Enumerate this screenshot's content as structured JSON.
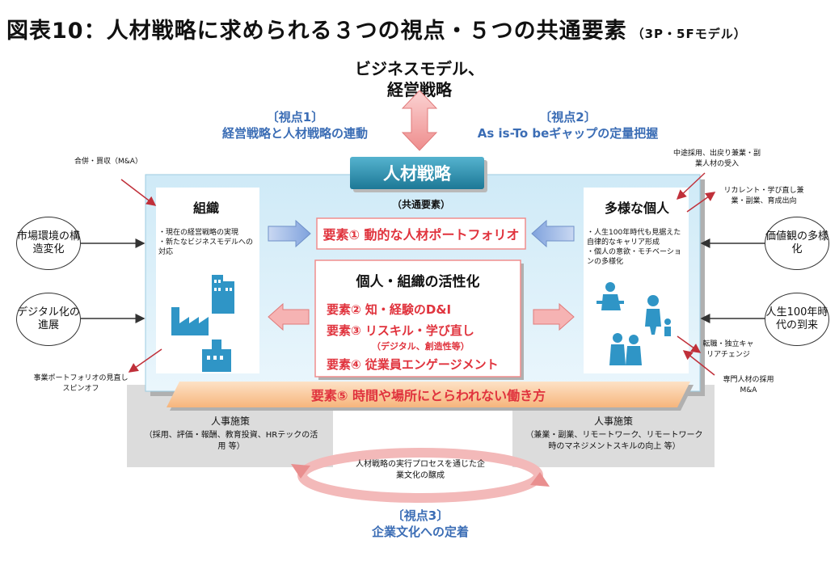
{
  "title": {
    "main": "図表10：人材戦略に求められる３つの視点・５つの共通要素",
    "sub": "（3P・5Fモデル）"
  },
  "top": {
    "line1": "ビジネスモデル、",
    "line2": "経営戦略"
  },
  "viewpoints": {
    "v1": {
      "label": "〔視点1〕",
      "text": "経営戦略と人材戦略の連動"
    },
    "v2": {
      "label": "〔視点2〕",
      "text": "As is-To beギャップの定量把握"
    },
    "v3": {
      "label": "〔視点3〕",
      "text": "企業文化への定着"
    }
  },
  "center_title": "人材戦略",
  "common_label": "（共通要素）",
  "element1": "要素① 動的な人材ポートフォリオ",
  "activation": {
    "title": "個人・組織の活性化",
    "e2": "要素② 知・経験のD&I",
    "e3": "要素③ リスキル・学び直し",
    "e3_sub": "（デジタル、創造性等）",
    "e4": "要素④ 従業員エンゲージメント"
  },
  "element5": "要素⑤ 時間や場所にとらわれない働き方",
  "org": {
    "title": "組織",
    "bullets": [
      "現在の経営戦略の実現",
      "新たなビジネスモデルへの対応"
    ]
  },
  "individual": {
    "title": "多様な個人",
    "bullets": [
      "人生100年時代も見据えた自律的なキャリア形成",
      "個人の意欲・モチベーションの多様化"
    ]
  },
  "circles": {
    "market": "市場環境の構造変化",
    "digital": "デジタル化の進展",
    "values": "価値観の多様化",
    "life100": "人生100年時代の到来"
  },
  "annotations": {
    "ma": "合併・買収（M&A）",
    "spinoff": "事業ポートフォリオの見直しスピンオフ",
    "midcareer": "中途採用、出戻り兼業・副業人材の受入",
    "recurrent": "リカレント・学び直し兼業・副業、育成出向",
    "jobchange": "転職・独立キャリアチェンジ",
    "specialist": "専門人材の採用M&A"
  },
  "hr_left": {
    "title": "人事施策",
    "body": "（採用、評価・報酬、教育投資、HRテックの活用 等）"
  },
  "hr_right": {
    "title": "人事施策",
    "body": "（兼業・副業、リモートワーク、リモートワーク時のマネジメントスキルの向上 等）"
  },
  "process_text": "人材戦略の実行プロセスを通じた企業文化の醸成",
  "colors": {
    "blue_text": "#3b6db5",
    "red_text": "#e0333d",
    "teal_header": "#2f8ca6",
    "light_blue_panel": "#d8eef8",
    "orange_band": "#f8c18e",
    "gray_box": "#dcdcdc"
  }
}
